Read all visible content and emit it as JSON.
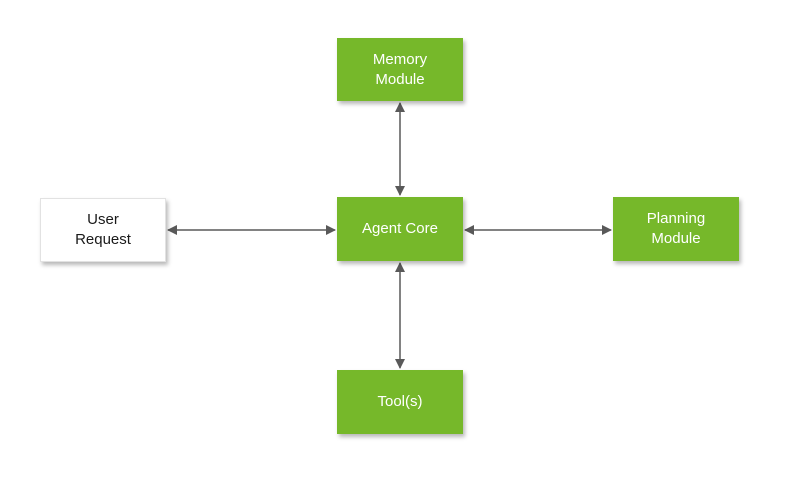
{
  "diagram": {
    "nodes": {
      "memory": {
        "label": "Memory\nModule"
      },
      "agent": {
        "label": "Agent Core"
      },
      "user": {
        "label": "User\nRequest"
      },
      "planning": {
        "label": "Planning\nModule"
      },
      "tools": {
        "label": "Tool(s)"
      }
    },
    "edges": [
      {
        "from": "user",
        "to": "agent",
        "direction": "bidirectional"
      },
      {
        "from": "agent",
        "to": "memory",
        "direction": "bidirectional"
      },
      {
        "from": "agent",
        "to": "planning",
        "direction": "bidirectional"
      },
      {
        "from": "agent",
        "to": "tools",
        "direction": "bidirectional"
      }
    ],
    "colors": {
      "module_fill": "#76b82a",
      "module_text": "#ffffff",
      "input_fill": "#ffffff",
      "input_text": "#1a1a1a",
      "arrow": "#595959"
    }
  }
}
